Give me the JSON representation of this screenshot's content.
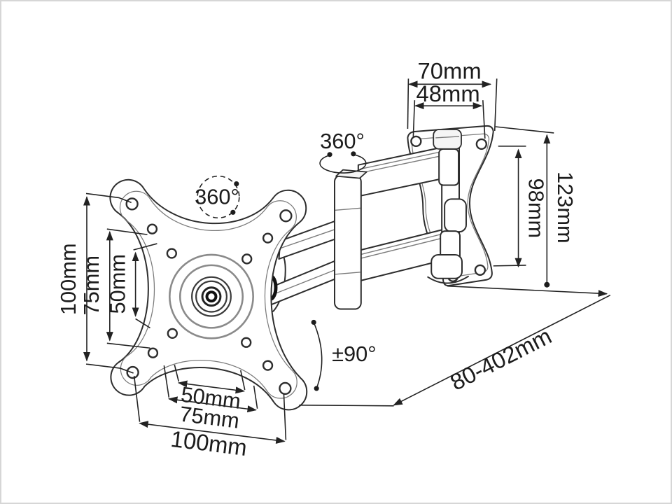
{
  "diagram": {
    "name": "Articulating monitor wall mount - dimensioned technical drawing",
    "units": "mm",
    "labels": {
      "top_width": "70mm",
      "top_hole_spacing": "48mm",
      "right_hole_spacing": "98mm",
      "right_height": "123mm",
      "left_height_100": "100mm",
      "left_height_75": "75mm",
      "left_height_50": "50mm",
      "bottom_width_50": "50mm",
      "bottom_width_75": "75mm",
      "bottom_width_100": "100mm",
      "swivel_vesa": "360°",
      "swivel_arm": "360°",
      "tilt": "±90°",
      "extension": "80-402mm"
    }
  }
}
